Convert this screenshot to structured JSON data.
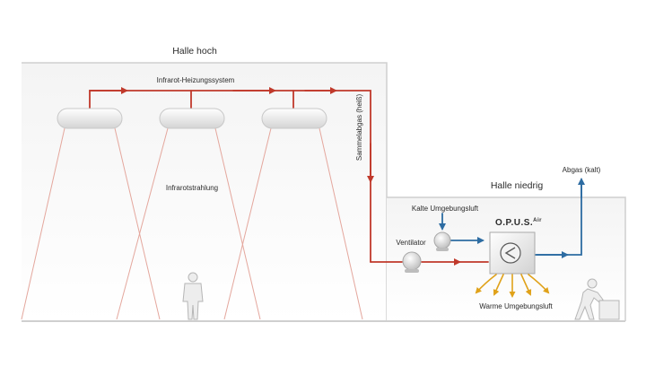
{
  "labels": {
    "hall_high": "Halle hoch",
    "heating_system": "Infrarot-Heizungssystem",
    "collected_exhaust": "Sammelabgas (heiß)",
    "infrared_radiation": "Infrarotstrahlung",
    "hall_low": "Halle niedrig",
    "exhaust_cold": "Abgas (kalt)",
    "cold_ambient_air": "Kalte Umgebungsluft",
    "device_name": "O.P.U.S.",
    "device_superscript": "Air",
    "fan": "Ventilator",
    "warm_ambient_air": "Warme Umgebungsluft"
  },
  "colors": {
    "hot_line": "#c0392b",
    "cold_line": "#2d6ca2",
    "warm_arrows": "#e0a21a",
    "radiation": "#e4a79d"
  }
}
